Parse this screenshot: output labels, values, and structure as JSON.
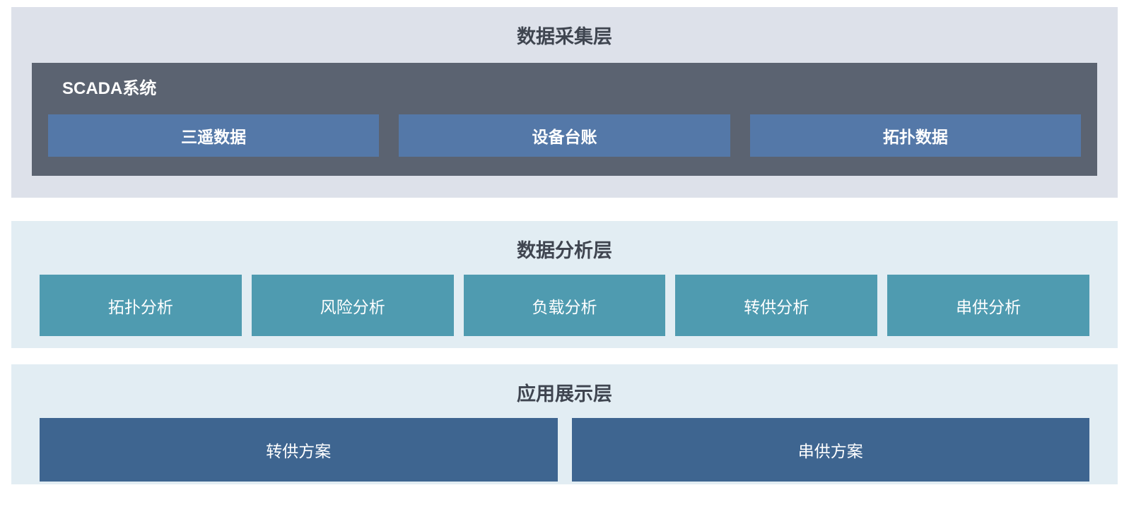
{
  "layers": {
    "collection": {
      "title": "数据采集层",
      "scada": {
        "title": "SCADA系统",
        "items": [
          "三遥数据",
          "设备台账",
          "拓扑数据"
        ]
      }
    },
    "analysis": {
      "title": "数据分析层",
      "items": [
        "拓扑分析",
        "风险分析",
        "负载分析",
        "转供分析",
        "串供分析"
      ]
    },
    "application": {
      "title": "应用展示层",
      "items": [
        "转供方案",
        "串供方案"
      ]
    }
  },
  "colors": {
    "layer1_bg": "#dde1ea",
    "scada_bg": "#5b6371",
    "scada_item_bg": "#5478a8",
    "layer_light_bg": "#e2edf3",
    "analysis_item_bg": "#4f9bb0",
    "application_item_bg": "#3e6590",
    "title_color": "#3f4550"
  }
}
